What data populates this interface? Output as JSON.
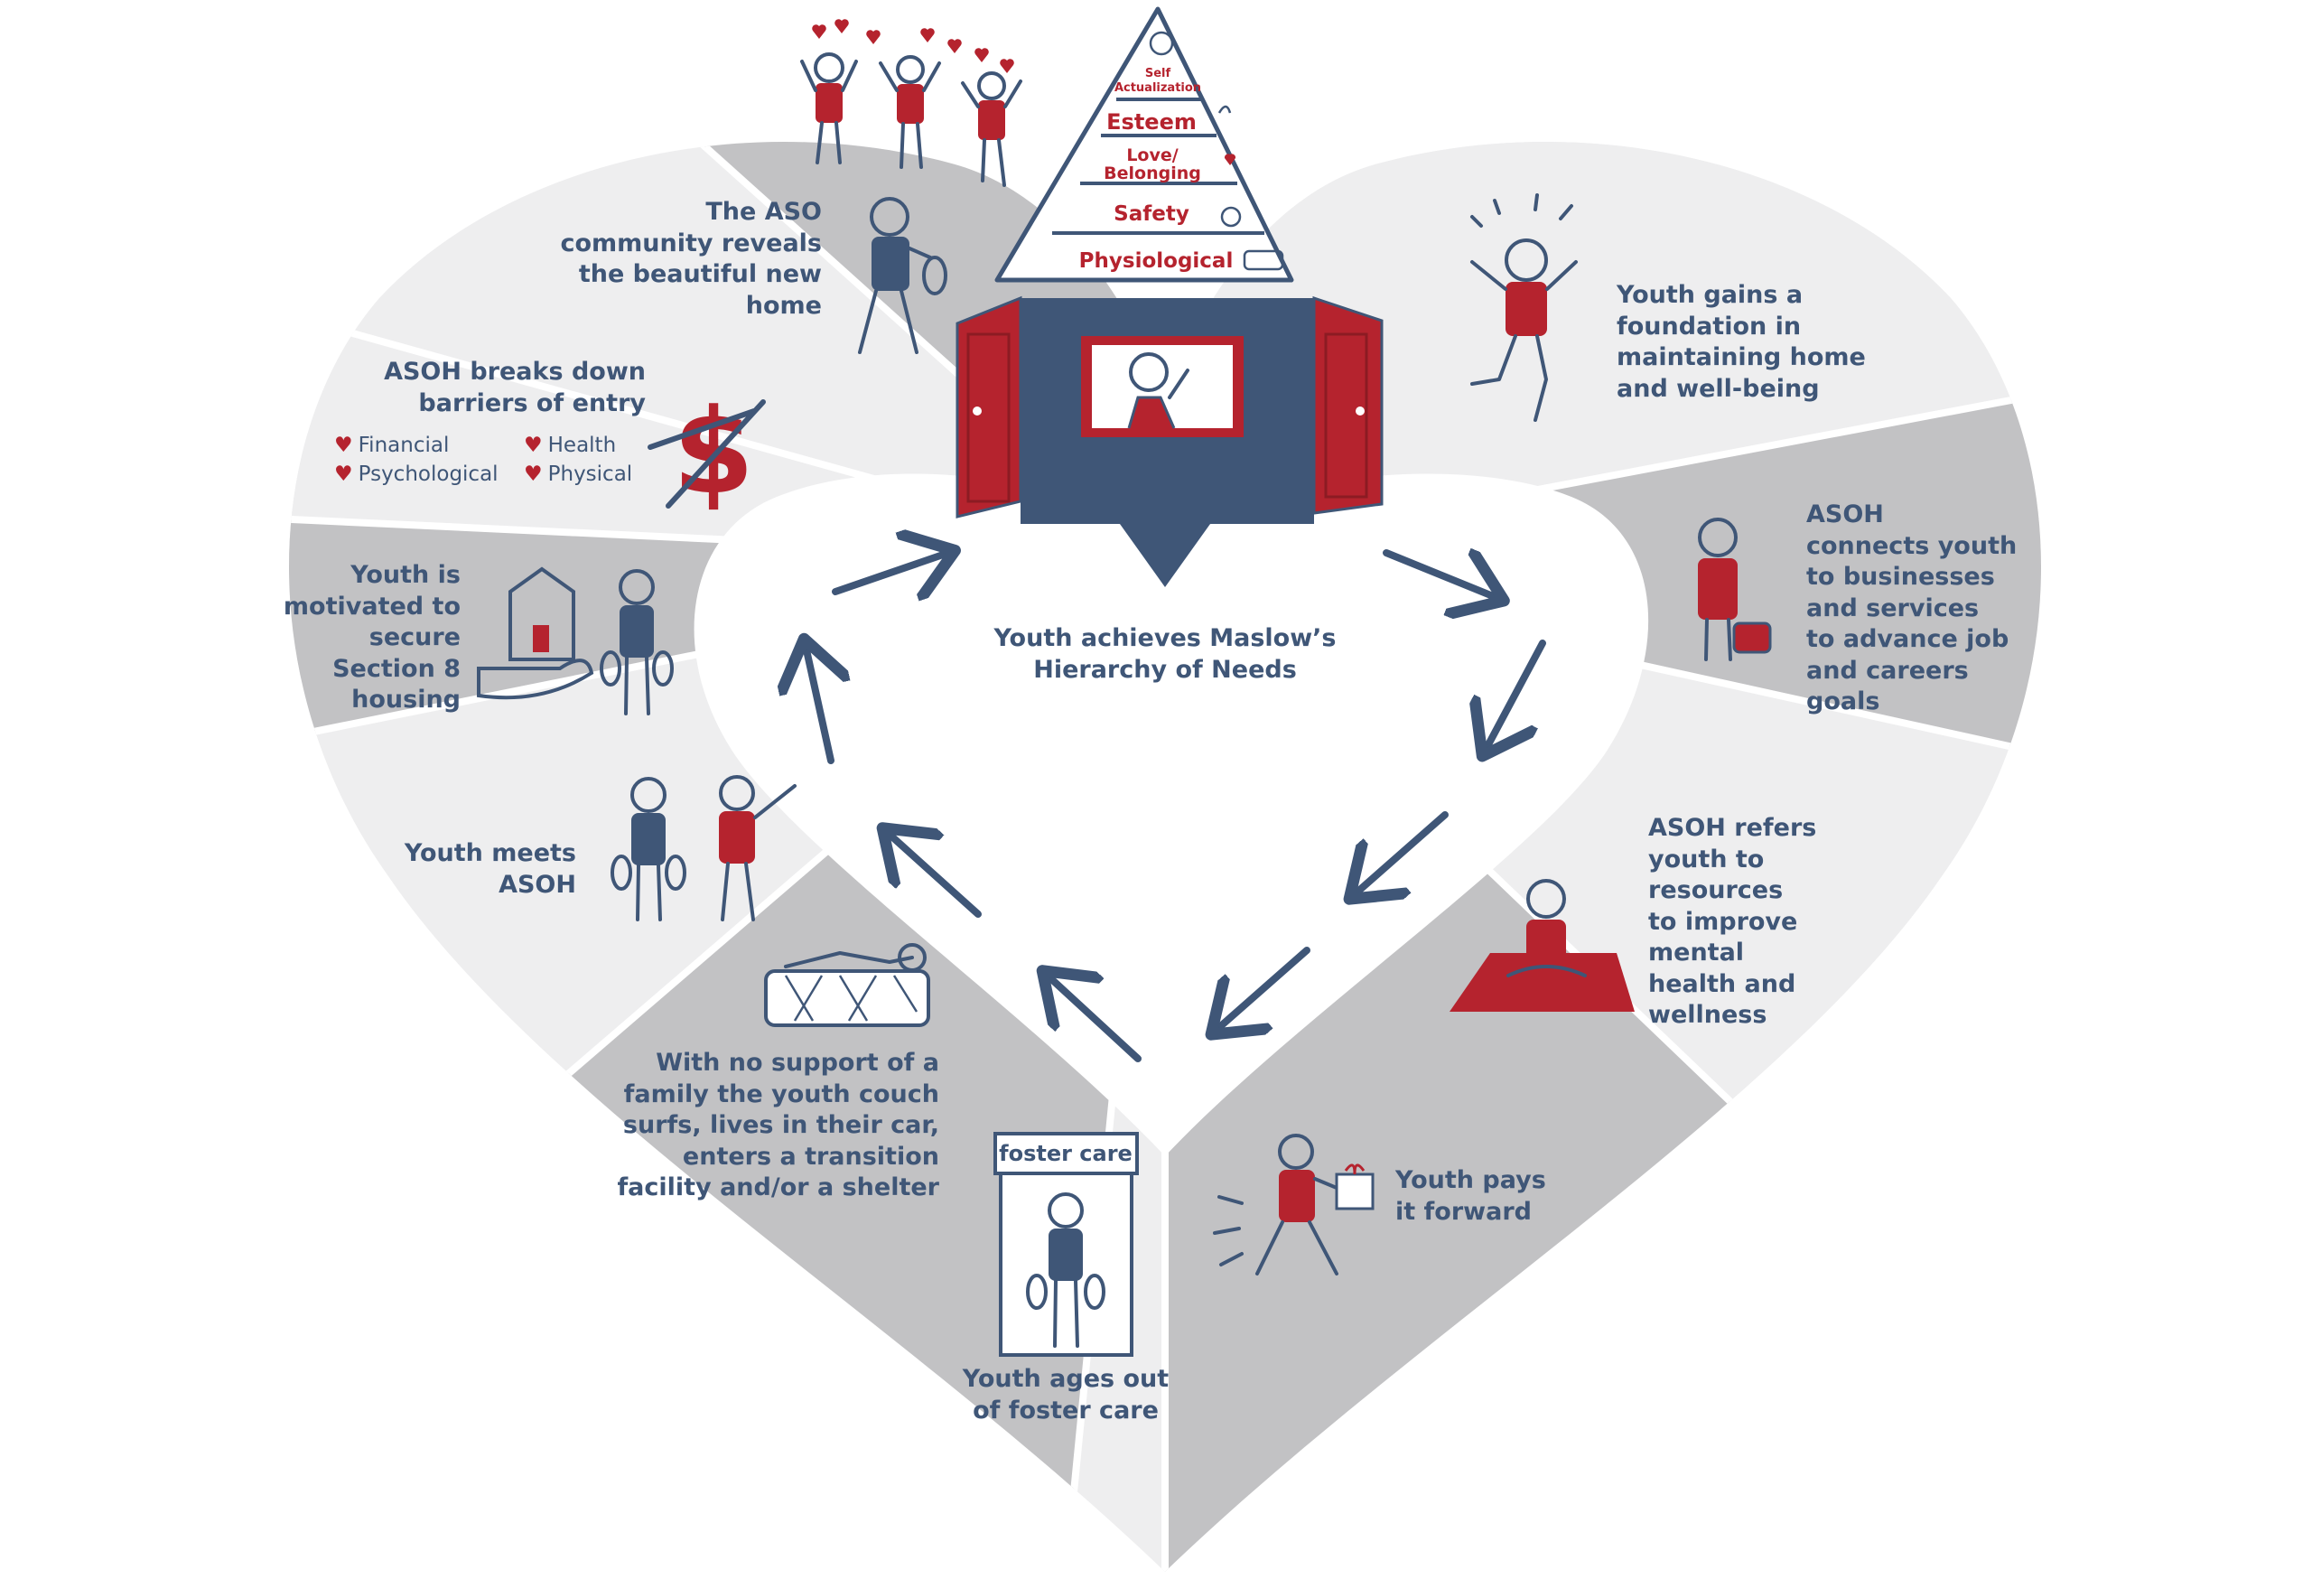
{
  "colors": {
    "navy": "#3f5677",
    "red": "#b5232e",
    "dark_gray": "#c2c2c4",
    "light_gray": "#eeeeef",
    "white": "#ffffff"
  },
  "center": {
    "line1": "Youth achieves Maslow’s",
    "line2": "Hierarchy of Needs"
  },
  "pyramid": {
    "levels": [
      "Self Actualization",
      "Esteem",
      "Love/ Belonging",
      "Safety",
      "Physiological"
    ],
    "self_1": "Self",
    "self_2": "Actualization",
    "esteem": "Esteem",
    "love_1": "Love/",
    "love_2": "Belonging",
    "safety": "Safety",
    "physio": "Physiological"
  },
  "stages": {
    "aso_reveal": [
      "The ASO",
      "community reveals",
      "the beautiful new",
      "home"
    ],
    "barriers": [
      "ASOH breaks down",
      "barriers of entry"
    ],
    "barrier_items": [
      "Financial",
      "Psychological",
      "Health",
      "Physical"
    ],
    "motivated": [
      "Youth is",
      "motivated to",
      "secure",
      "Section 8",
      "housing"
    ],
    "meets": [
      "Youth meets",
      "ASOH"
    ],
    "no_support": [
      "With no support of a",
      "family the youth couch",
      "surfs, lives in their car,",
      "enters a transition",
      "facility and/or a shelter"
    ],
    "ages_out": [
      "Youth ages out",
      "of foster care"
    ],
    "foster_sign": "foster care",
    "pays_forward": [
      "Youth pays",
      "it forward"
    ],
    "refers": [
      "ASOH refers",
      "youth to",
      "resources",
      "to improve",
      "mental",
      "health and",
      "wellness"
    ],
    "connects": [
      "ASOH",
      "connects youth",
      "to businesses",
      "and services",
      "to advance job",
      "and careers",
      "goals"
    ],
    "foundation": [
      "Youth gains a",
      "foundation in",
      "maintaining home",
      "and well-being"
    ]
  },
  "icons": [
    "pyramid-icon",
    "house-icon",
    "heart-icon",
    "dollar-crossed-icon",
    "arrow-icon",
    "person-icon",
    "mattress-icon",
    "yoga-mat-icon",
    "gift-icon",
    "briefcase-icon"
  ]
}
